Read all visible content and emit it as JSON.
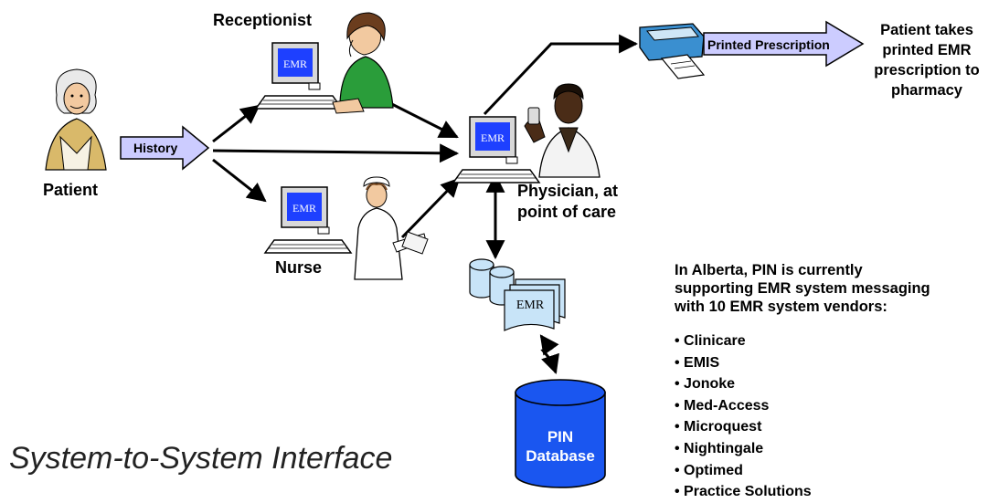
{
  "title": "System-to-System Interface",
  "actors": {
    "patient": "Patient",
    "receptionist": "Receptionist",
    "nurse": "Nurse",
    "physician_line1": "Physician, at",
    "physician_line2": "point of care"
  },
  "arrows": {
    "history": "History",
    "printed_prescription": "Printed Prescription"
  },
  "computer_label": "EMR",
  "emr_docs_label": "EMR",
  "database": {
    "line1": "PIN",
    "line2": "Database"
  },
  "patient_takes": {
    "line1": "Patient takes",
    "line2": "printed EMR",
    "line3": "prescription to",
    "line4": "pharmacy"
  },
  "info": {
    "line1": "In Alberta, PIN is currently",
    "line2": "supporting EMR system messaging",
    "line3": "with 10 EMR system vendors:"
  },
  "vendors": [
    "Clinicare",
    "EMIS",
    "Jonoke",
    "Med-Access",
    "Microquest",
    "Nightingale",
    "Optimed",
    "Practice Solutions"
  ],
  "colors": {
    "arrow_fill": "#ccccff",
    "monitor_screen": "#1e40ff",
    "database_fill": "#1a56f0",
    "doc_fill": "#c8e4f8",
    "nurse_uniform": "#ffffff",
    "receptionist_top": "#2a9d3a",
    "physician_coat": "#f3f3f3"
  }
}
